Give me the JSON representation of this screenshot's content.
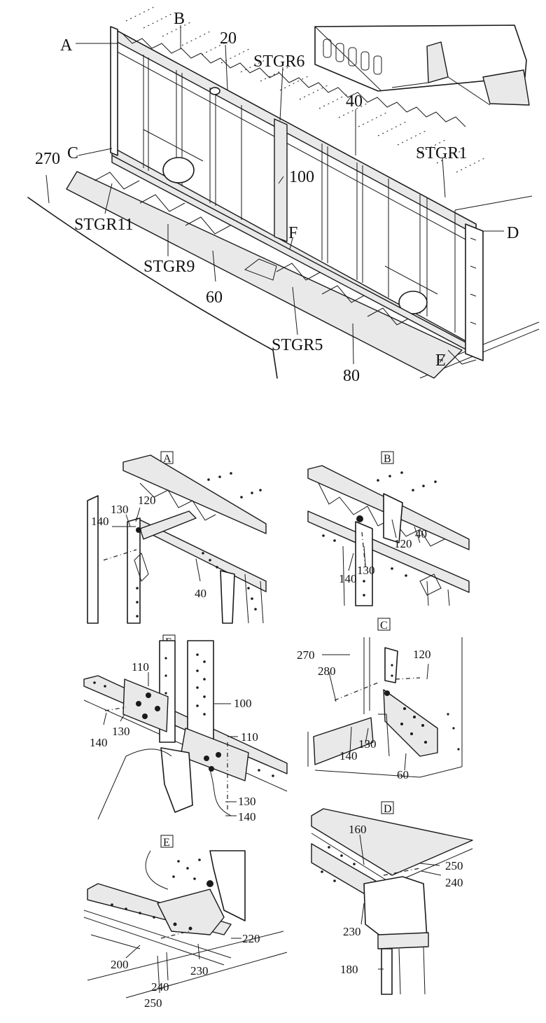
{
  "main_view": {
    "labels": {
      "A": "A",
      "B": "B",
      "C": "C",
      "D": "D",
      "E": "E",
      "F": "F",
      "n20": "20",
      "n40": "40",
      "n60": "60",
      "n80": "80",
      "n100": "100",
      "n270": "270",
      "stgr1": "STGR1",
      "stgr5": "STGR5",
      "stgr6": "STGR6",
      "stgr9": "STGR9",
      "stgr11": "STGR11"
    }
  },
  "detail_A": {
    "tag": "A",
    "labels": {
      "n120": "120",
      "n130": "130",
      "n140": "140",
      "n40": "40"
    }
  },
  "detail_B": {
    "tag": "B",
    "labels": {
      "n120": "120",
      "n40": "40",
      "n130": "130",
      "n140": "140"
    }
  },
  "detail_F": {
    "tag": "F",
    "labels": {
      "n110a": "110",
      "n100": "100",
      "n110b": "110",
      "n130a": "130",
      "n140a": "140",
      "n130b": "130",
      "n140b": "140"
    }
  },
  "detail_C": {
    "tag": "C",
    "labels": {
      "n270": "270",
      "n120": "120",
      "n280": "280",
      "n130": "130",
      "n140": "140",
      "n60": "60"
    }
  },
  "detail_E": {
    "tag": "E",
    "labels": {
      "n220": "220",
      "n200": "200",
      "n230": "230",
      "n240": "240",
      "n250": "250"
    }
  },
  "detail_D": {
    "tag": "D",
    "labels": {
      "n160": "160",
      "n250": "250",
      "n240": "240",
      "n230": "230",
      "n180": "180"
    }
  }
}
